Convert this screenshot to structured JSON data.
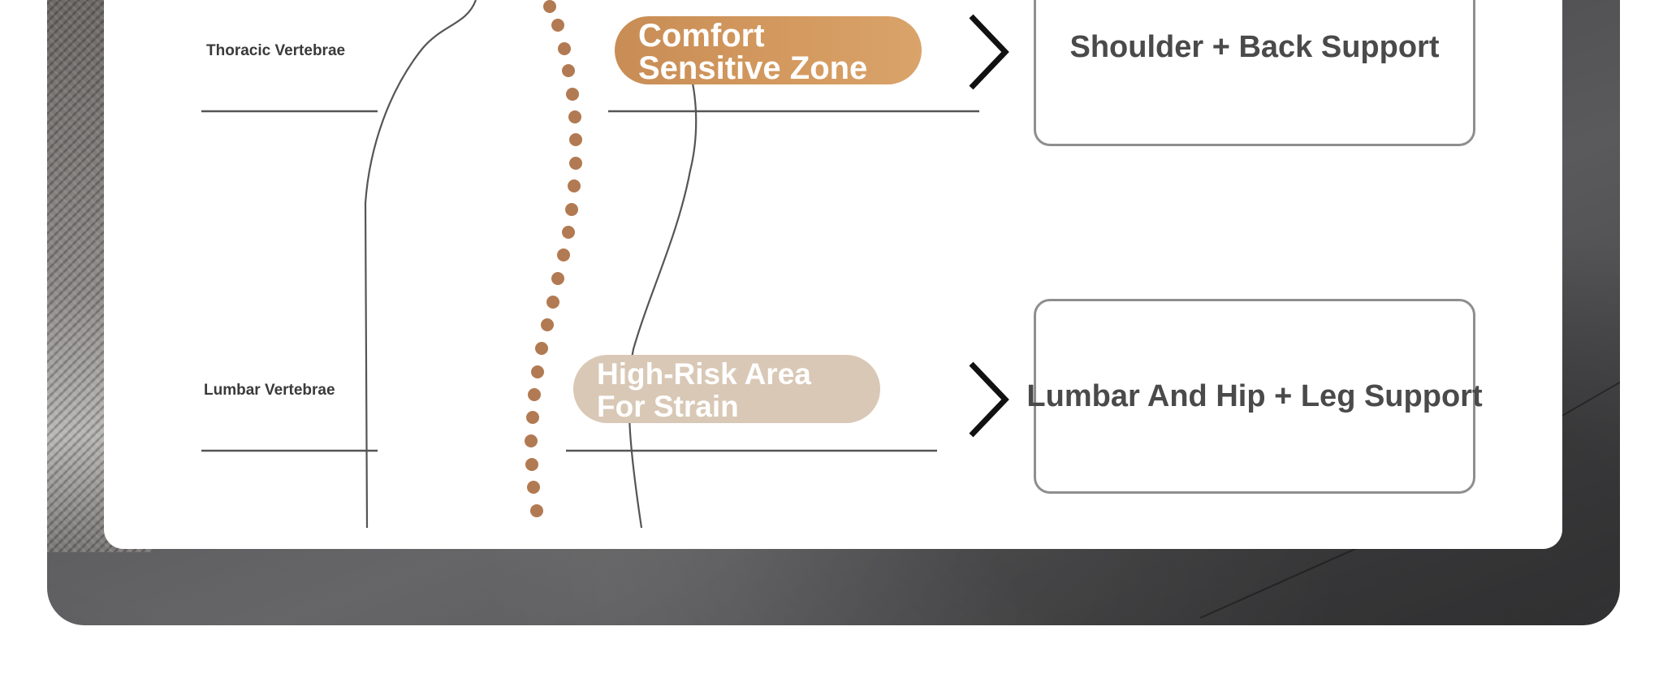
{
  "regions": [
    {
      "label": "Thoracic Vertebrae",
      "zone_lines": [
        "Comfort",
        "Sensitive Zone"
      ],
      "support": "Shoulder + Back Support"
    },
    {
      "label": "Lumbar Vertebrae",
      "zone_lines": [
        "High-Risk Area",
        "For Strain"
      ],
      "support": "Lumbar And Hip + Leg Support"
    }
  ],
  "colors": {
    "comfort_pill": "#d49a60",
    "risk_pill": "#d9c8b6",
    "spine_dots": "#b27a52",
    "box_border": "#8e8e8e",
    "text": "#4a4a4a"
  },
  "icons": [
    "chevron-right-icon",
    "chevron-right-icon"
  ]
}
